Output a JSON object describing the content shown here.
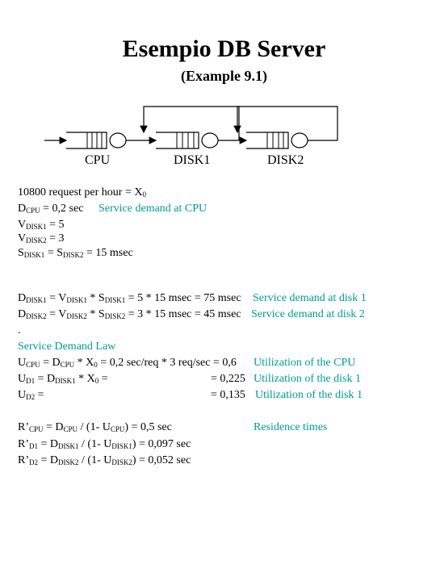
{
  "title": "Esempio DB Server",
  "subtitle": "(Example 9.1)",
  "diagram": {
    "labels": {
      "cpu": "CPU",
      "disk1": "DISK1",
      "disk2": "DISK2"
    }
  },
  "text": {
    "l1": {
      "a": "10800 request per hour = X",
      "s": "0"
    },
    "l2": {
      "a": "D",
      "s": "CPU",
      "b": " = 0,2 sec",
      "note": "Service demand at CPU"
    },
    "l3": {
      "a": "V",
      "s": "DISK1",
      "b": " = 5"
    },
    "l4": {
      "a": "V",
      "s": "DISK2",
      "b": " = 3"
    },
    "l5": {
      "a": "S",
      "s1": "DISK1",
      "b": " = S",
      "s2": "DISK2",
      "c": " = 15 msec"
    },
    "l6": {
      "a": "D",
      "s1": "DISK1",
      "b": " = V",
      "s2": "DISK1",
      "c": " * S",
      "s3": "DISK1",
      "d": " = 5 * 15 msec = 75 msec",
      "note": "Service demand at disk 1"
    },
    "l7": {
      "a": "D",
      "s1": "DISK2",
      "b": " = V",
      "s2": "DISK2",
      "c": " * S",
      "s3": "DISK2",
      "d": " = 3 * 15 msec = 45 msec",
      "note": "Service demand at disk 2"
    },
    "dot": ".",
    "law": "Service Demand Law",
    "u1": {
      "a": "U",
      "s1": "CPU",
      "b": " = D",
      "s2": "CPU",
      "c": " * X",
      "s3": "0",
      "d": " = 0,2 sec/req * 3 req/sec = 0,6",
      "note": "Utilization of the CPU"
    },
    "u2": {
      "a": "U",
      "s1": "D1",
      "b": " = D",
      "s2": "DISK1",
      "c": " * X",
      "s3": "0",
      "d": " =",
      "val": "= 0,225",
      "note": "Utilization of the disk 1"
    },
    "u3": {
      "a": "U",
      "s1": "D2",
      "b": " =",
      "val": "= 0,135",
      "note": "Utilization of the disk 1"
    },
    "r1": {
      "a": "R’",
      "s1": "CPU",
      "b": " = D",
      "s2": "CPU",
      "c": " / (1- U",
      "s3": "CPU",
      "d": ") = 0,5 sec",
      "note": "Residence times"
    },
    "r2": {
      "a": "R’",
      "s1": "D1",
      "b": "  = D",
      "s2": "DISK1",
      "c": " / (1- U",
      "s3": "DISK1",
      "d": ") = 0,097 sec"
    },
    "r3": {
      "a": "R’",
      "s1": "D2",
      "b": "  = D",
      "s2": "DISK2",
      "c": " / (1- U",
      "s3": "DISK2",
      "d": ") = 0,052 sec"
    }
  }
}
